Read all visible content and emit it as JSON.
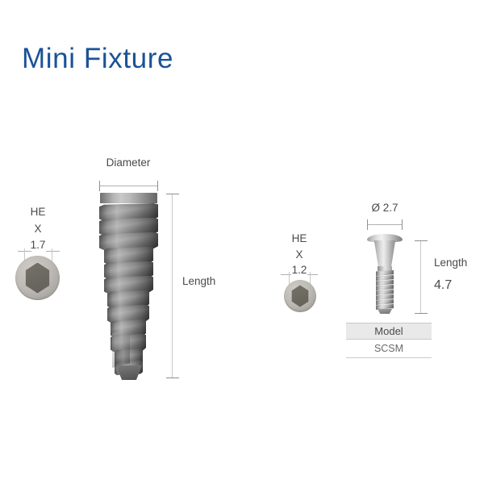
{
  "title": "Mini Fixture",
  "theme": {
    "title_color": "#1a5296",
    "text_color": "#4a4a4a",
    "line_color": "#b0b0b0",
    "metal_dark": "#63605a",
    "metal_light": "#bdbab5",
    "table_header_bg": "#e9e9e9",
    "background": "#ffffff"
  },
  "fixture_hex": {
    "label_line1": "HE",
    "label_line2": "X",
    "value": "1.7",
    "icon": "hex-connection-icon"
  },
  "fixture": {
    "diameter_label": "Diameter",
    "length_label": "Length",
    "icon": "dental-implant-fixture-icon"
  },
  "abutment_hex": {
    "label_line1": "HE",
    "label_line2": "X",
    "value": "1.2",
    "icon": "hex-connection-icon"
  },
  "abutment": {
    "diameter_label": "Ø 2.7",
    "length_label": "Length",
    "length_value": "4.7",
    "icon": "abutment-screw-icon"
  },
  "model_table": {
    "header": "Model",
    "rows": [
      "SCSM"
    ]
  }
}
